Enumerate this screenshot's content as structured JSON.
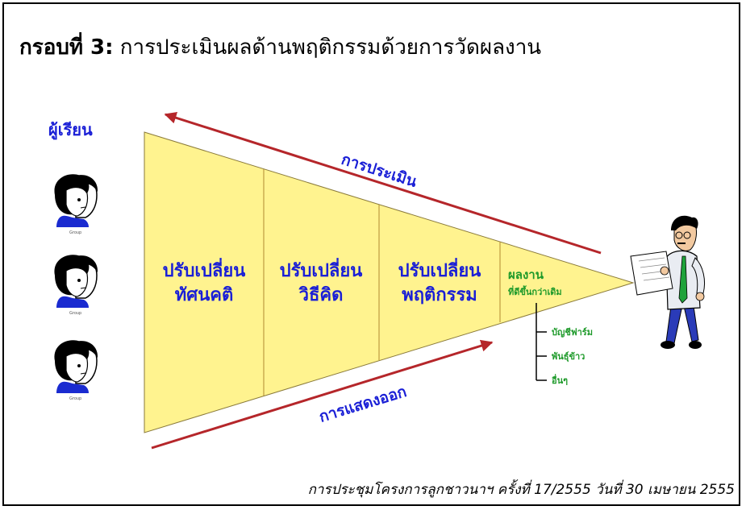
{
  "title": {
    "label": "กรอบที่ 3:",
    "text": "การประเมินผลด้านพฤติกรรมด้วยการวัดผลงาน"
  },
  "learners_label": "ผู้เรียน",
  "figure_caption": "Group",
  "stages": [
    {
      "line1": "ปรับเปลี่ยน",
      "line2": "ทัศนคติ"
    },
    {
      "line1": "ปรับเปลี่ยน",
      "line2": "วิธีคิด"
    },
    {
      "line1": "ปรับเปลี่ยน",
      "line2": "พฤติกรรม"
    }
  ],
  "result": {
    "title": "ผลงาน",
    "subtitle": "ที่ดีขึ้นกว่าเดิม",
    "examples": [
      "บัญชีฟาร์ม",
      "พันธุ์ข้าว",
      "อื่นๆ"
    ]
  },
  "arrows": {
    "top": "การประเมิน",
    "bottom": "การแสดงออก"
  },
  "footer": "การประชุมโครงการลูกชาวนาฯ ครั้งที่ 17/2555 วันที่ 30 เมษายน 2555",
  "colors": {
    "triangle_fill": "#fff38f",
    "divider": "#b08a30",
    "arrow": "#b5262a",
    "blue_text": "#1a1fd6",
    "green_text": "#1e9a2a"
  }
}
